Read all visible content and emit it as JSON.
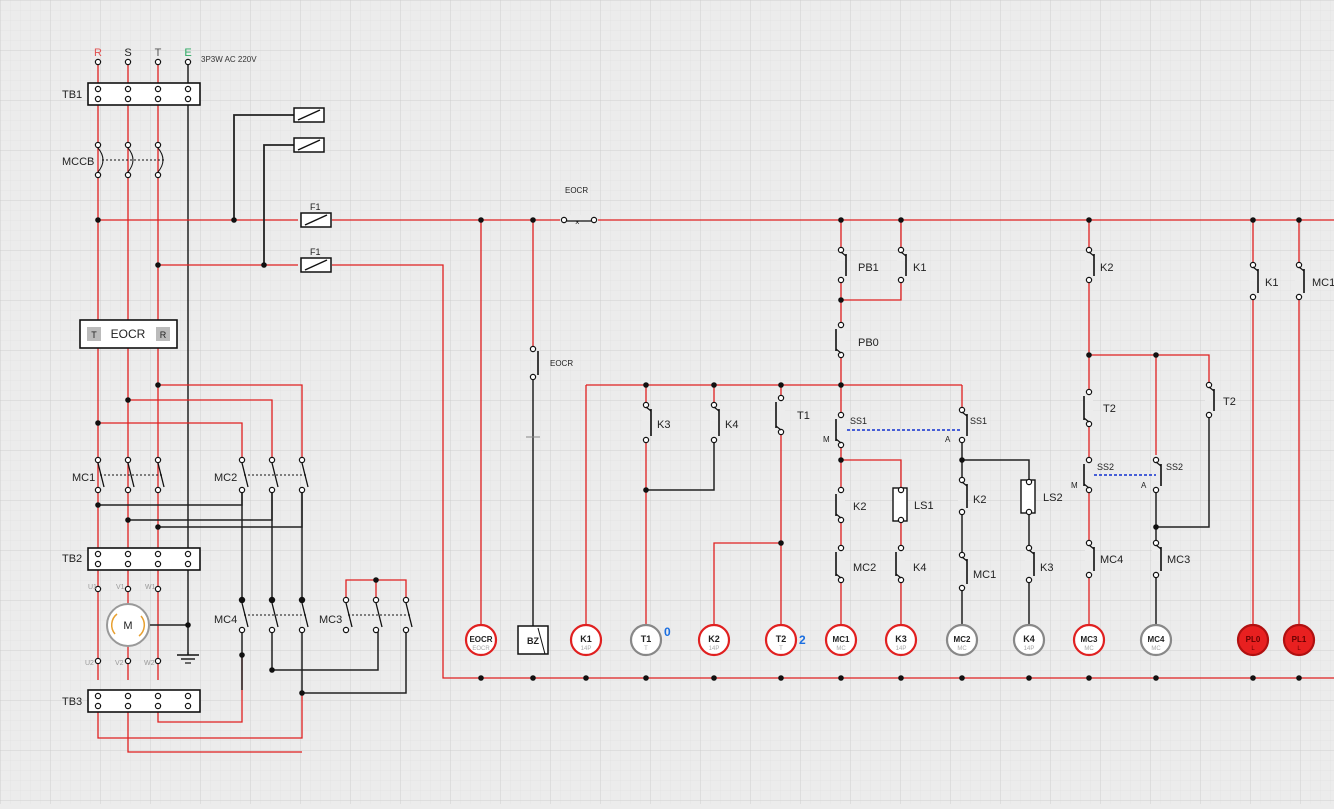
{
  "supply": {
    "phases": [
      {
        "label": "R",
        "color": "#e05050"
      },
      {
        "label": "S",
        "color": "#222222"
      },
      {
        "label": "T",
        "color": "#555555"
      },
      {
        "label": "E",
        "color": "#2aa860"
      }
    ],
    "rating": "3P3W AC 220V"
  },
  "power_circuit": {
    "tb1": "TB1",
    "mccb": "MCCB",
    "eocr_main": "EOCR",
    "eocr_t": "T",
    "eocr_r": "R",
    "mc1": "MC1",
    "mc2": "MC2",
    "tb2": "TB2",
    "motor": "M",
    "motor_terms_top": [
      "U1",
      "V1",
      "W1"
    ],
    "motor_terms_bottom": [
      "U2",
      "V2",
      "W2"
    ],
    "mc4": "MC4",
    "mc3": "MC3",
    "tb3": "TB3",
    "fuse_1": "F1",
    "fuse_2": "F1"
  },
  "control_circuit": {
    "eocr_top": "EOCR",
    "eocr_contact": "EOCR",
    "contacts": {
      "k3_a": "K3",
      "k4_a": "K4",
      "t1": "T1",
      "pb1": "PB1",
      "k1_a": "K1",
      "pb0": "PB0",
      "ss1_m": "SS1",
      "ss1_a": "SS1",
      "m_1": "M",
      "a_1": "A",
      "k2_a": "K2",
      "ls1": "LS1",
      "mc2_b": "MC2",
      "k4_b": "K4",
      "k2_b": "K2",
      "ls2": "LS2",
      "mc1_b": "MC1",
      "k3_b": "K3",
      "k2_c": "K2",
      "t2_a": "T2",
      "t2_b": "T2",
      "ss2_m": "SS2",
      "ss2_a": "SS2",
      "m_2": "M",
      "a_2": "A",
      "mc4_b": "MC4",
      "mc3_b": "MC3",
      "k1_b": "K1",
      "mc1_c": "MC1"
    },
    "coils": [
      {
        "label": "EOCR",
        "sub": "EOCR",
        "style": "red"
      },
      {
        "label": "BZ",
        "sub": "",
        "style": "box"
      },
      {
        "label": "K1",
        "sub": "14P",
        "style": "red"
      },
      {
        "label": "T1",
        "sub": "T",
        "style": "gray"
      },
      {
        "label": "K2",
        "sub": "14P",
        "style": "red"
      },
      {
        "label": "T2",
        "sub": "T",
        "style": "red"
      },
      {
        "label": "MC1",
        "sub": "MC",
        "style": "red"
      },
      {
        "label": "K3",
        "sub": "14P",
        "style": "red"
      },
      {
        "label": "MC2",
        "sub": "MC",
        "style": "gray"
      },
      {
        "label": "K4",
        "sub": "14P",
        "style": "gray"
      },
      {
        "label": "MC3",
        "sub": "MC",
        "style": "red"
      },
      {
        "label": "MC4",
        "sub": "MC",
        "style": "gray"
      },
      {
        "label": "PL0",
        "sub": "L",
        "style": "fill"
      },
      {
        "label": "PL1",
        "sub": "L",
        "style": "fill"
      }
    ],
    "timer_values": {
      "t1": "0",
      "t2": "2"
    }
  },
  "colors": {
    "live": "#e02020",
    "dead": "#222222",
    "link": "#1030d0",
    "timer": "#1a6ee0",
    "grid": "#d2d2d2"
  }
}
